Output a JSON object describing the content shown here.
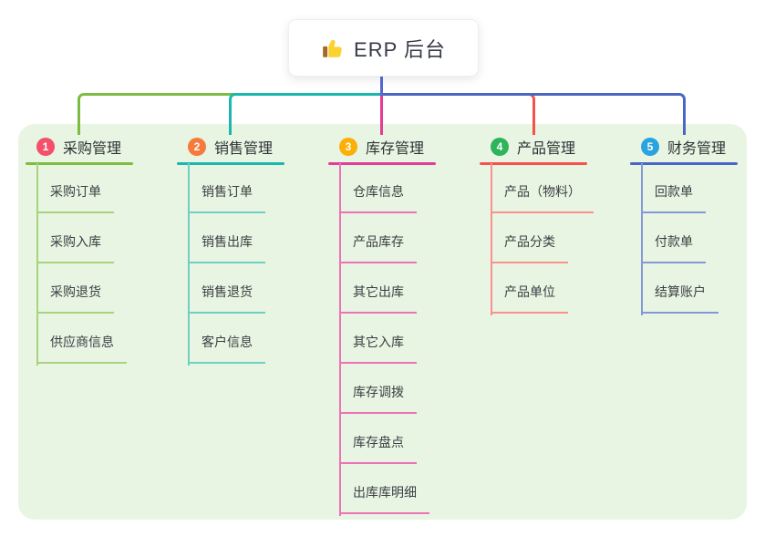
{
  "root": {
    "label": "ERP 后台",
    "icon": "thumbs-up-icon",
    "connector_color": "#5568d0"
  },
  "panel": {
    "background": "#e8f5e2"
  },
  "branches": [
    {
      "badge": "1",
      "badge_color": "#f4506a",
      "label": "采购管理",
      "line_color": "#7cbd41",
      "child_line_color": "#a9d37e",
      "children": [
        "采购订单",
        "采购入库",
        "采购退货",
        "供应商信息"
      ]
    },
    {
      "badge": "2",
      "badge_color": "#f57b3c",
      "label": "销售管理",
      "line_color": "#19b8ae",
      "child_line_color": "#6fcfc6",
      "children": [
        "销售订单",
        "销售出库",
        "销售退货",
        "客户信息"
      ]
    },
    {
      "badge": "3",
      "badge_color": "#fbaf08",
      "label": "库存管理",
      "line_color": "#e23d98",
      "child_line_color": "#ee72b8",
      "children": [
        "仓库信息",
        "产品库存",
        "其它出库",
        "其它入库",
        "库存调拨",
        "库存盘点",
        "出库库明细"
      ]
    },
    {
      "badge": "4",
      "badge_color": "#2eb55c",
      "label": "产品管理",
      "line_color": "#f5514d",
      "child_line_color": "#f7928f",
      "children": [
        "产品（物料）",
        "产品分类",
        "产品单位"
      ]
    },
    {
      "badge": "5",
      "badge_color": "#2ba3de",
      "label": "财务管理",
      "line_color": "#4a66c4",
      "child_line_color": "#8398d8",
      "children": [
        "回款单",
        "付款单",
        "结算账户"
      ]
    }
  ]
}
